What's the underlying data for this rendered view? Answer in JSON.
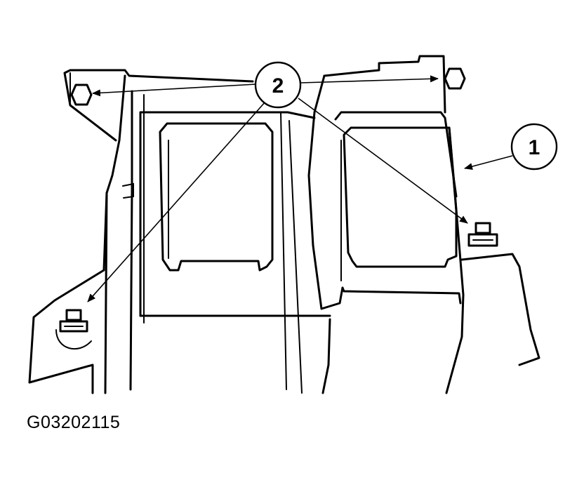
{
  "callouts": [
    {
      "id": "1",
      "label": "1"
    },
    {
      "id": "2",
      "label": "2"
    }
  ],
  "figure_code": "G03202115"
}
